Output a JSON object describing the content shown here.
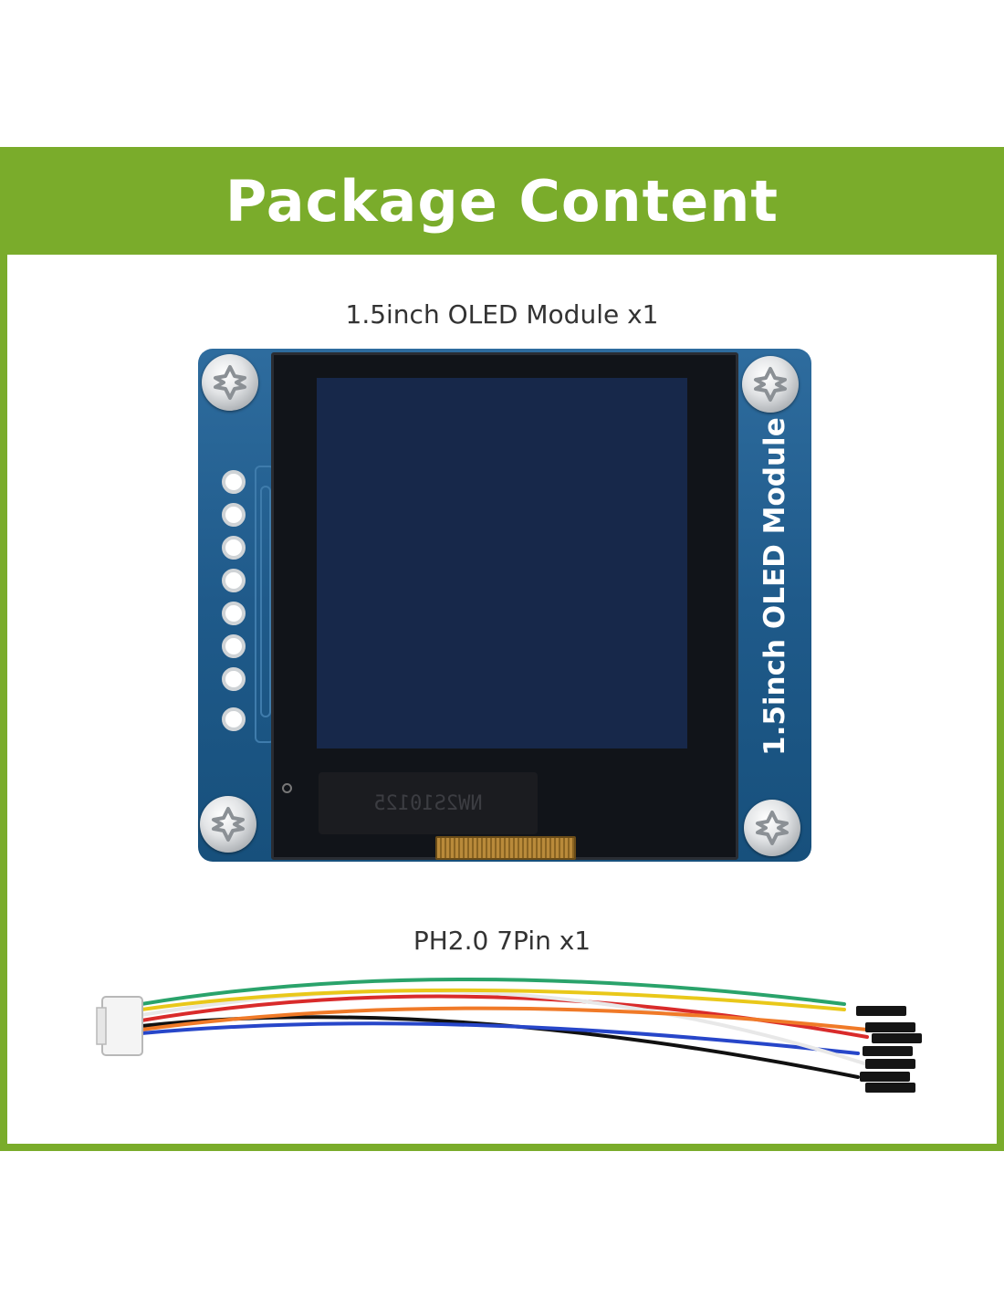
{
  "banner": {
    "title": "Package Content"
  },
  "items": [
    {
      "label": "1.5inch OLED Module x1"
    },
    {
      "label": "PH2.0 7Pin x1"
    }
  ],
  "module": {
    "side_label": "1.5inch OLED Module",
    "flex_marking": "NW2S10125"
  },
  "colors": {
    "brand_green": "#7aac2b",
    "pcb_blue": "#1f5a8a",
    "screen": "#17284a"
  },
  "cable_wire_colors": [
    "#111111",
    "#d92b2b",
    "#2746c9",
    "#ffffff",
    "#e9c81a",
    "#2aa36b",
    "#f07a28"
  ]
}
